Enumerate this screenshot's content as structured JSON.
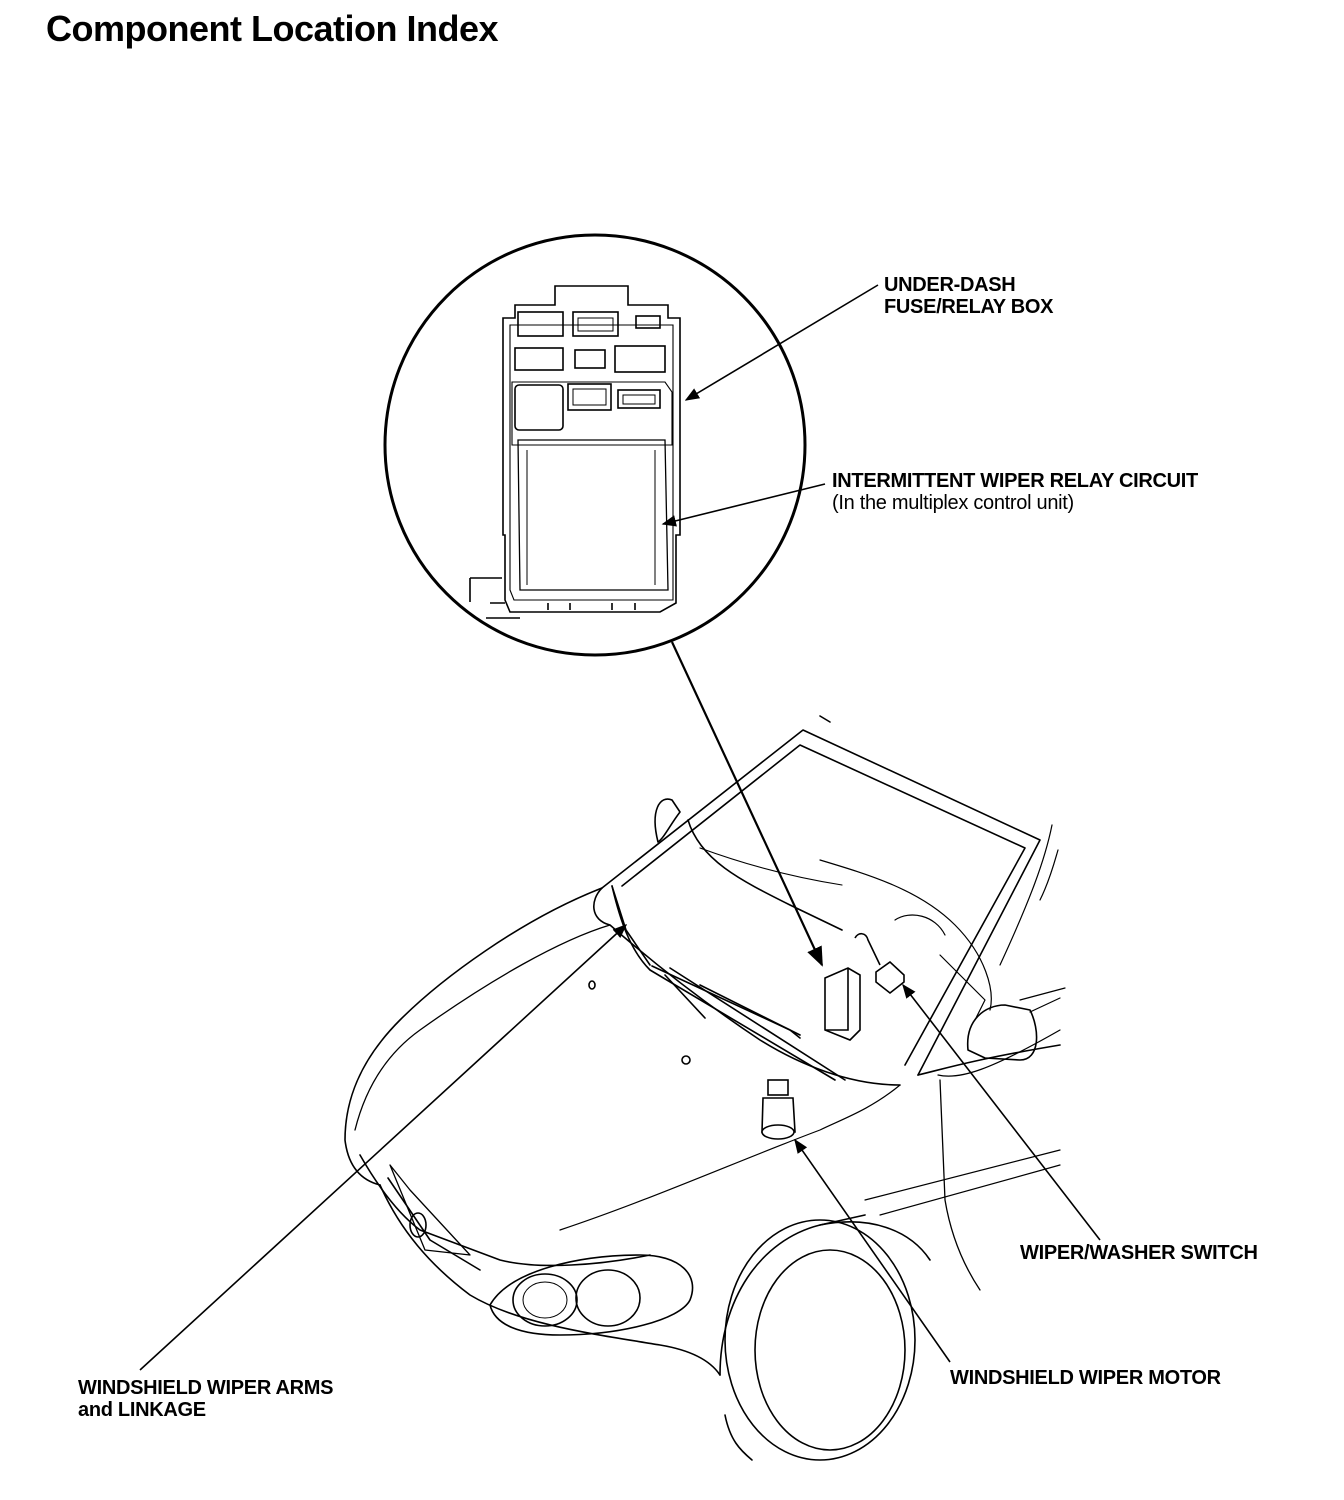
{
  "page": {
    "title": "Component Location Index"
  },
  "labels": {
    "fuse_box": {
      "line1": "UNDER-DASH",
      "line2": "FUSE/RELAY BOX"
    },
    "relay_circuit": {
      "line1": "INTERMITTENT WIPER RELAY CIRCUIT",
      "line2": "(In the multiplex control unit)"
    },
    "washer_switch": {
      "line1": "WIPER/WASHER SWITCH"
    },
    "wiper_motor": {
      "line1": "WINDSHIELD WIPER MOTOR"
    },
    "wiper_arms": {
      "line1": "WINDSHIELD WIPER ARMS",
      "line2": "and LINKAGE"
    }
  },
  "colors": {
    "ink": "#000000",
    "paper": "#ffffff"
  }
}
